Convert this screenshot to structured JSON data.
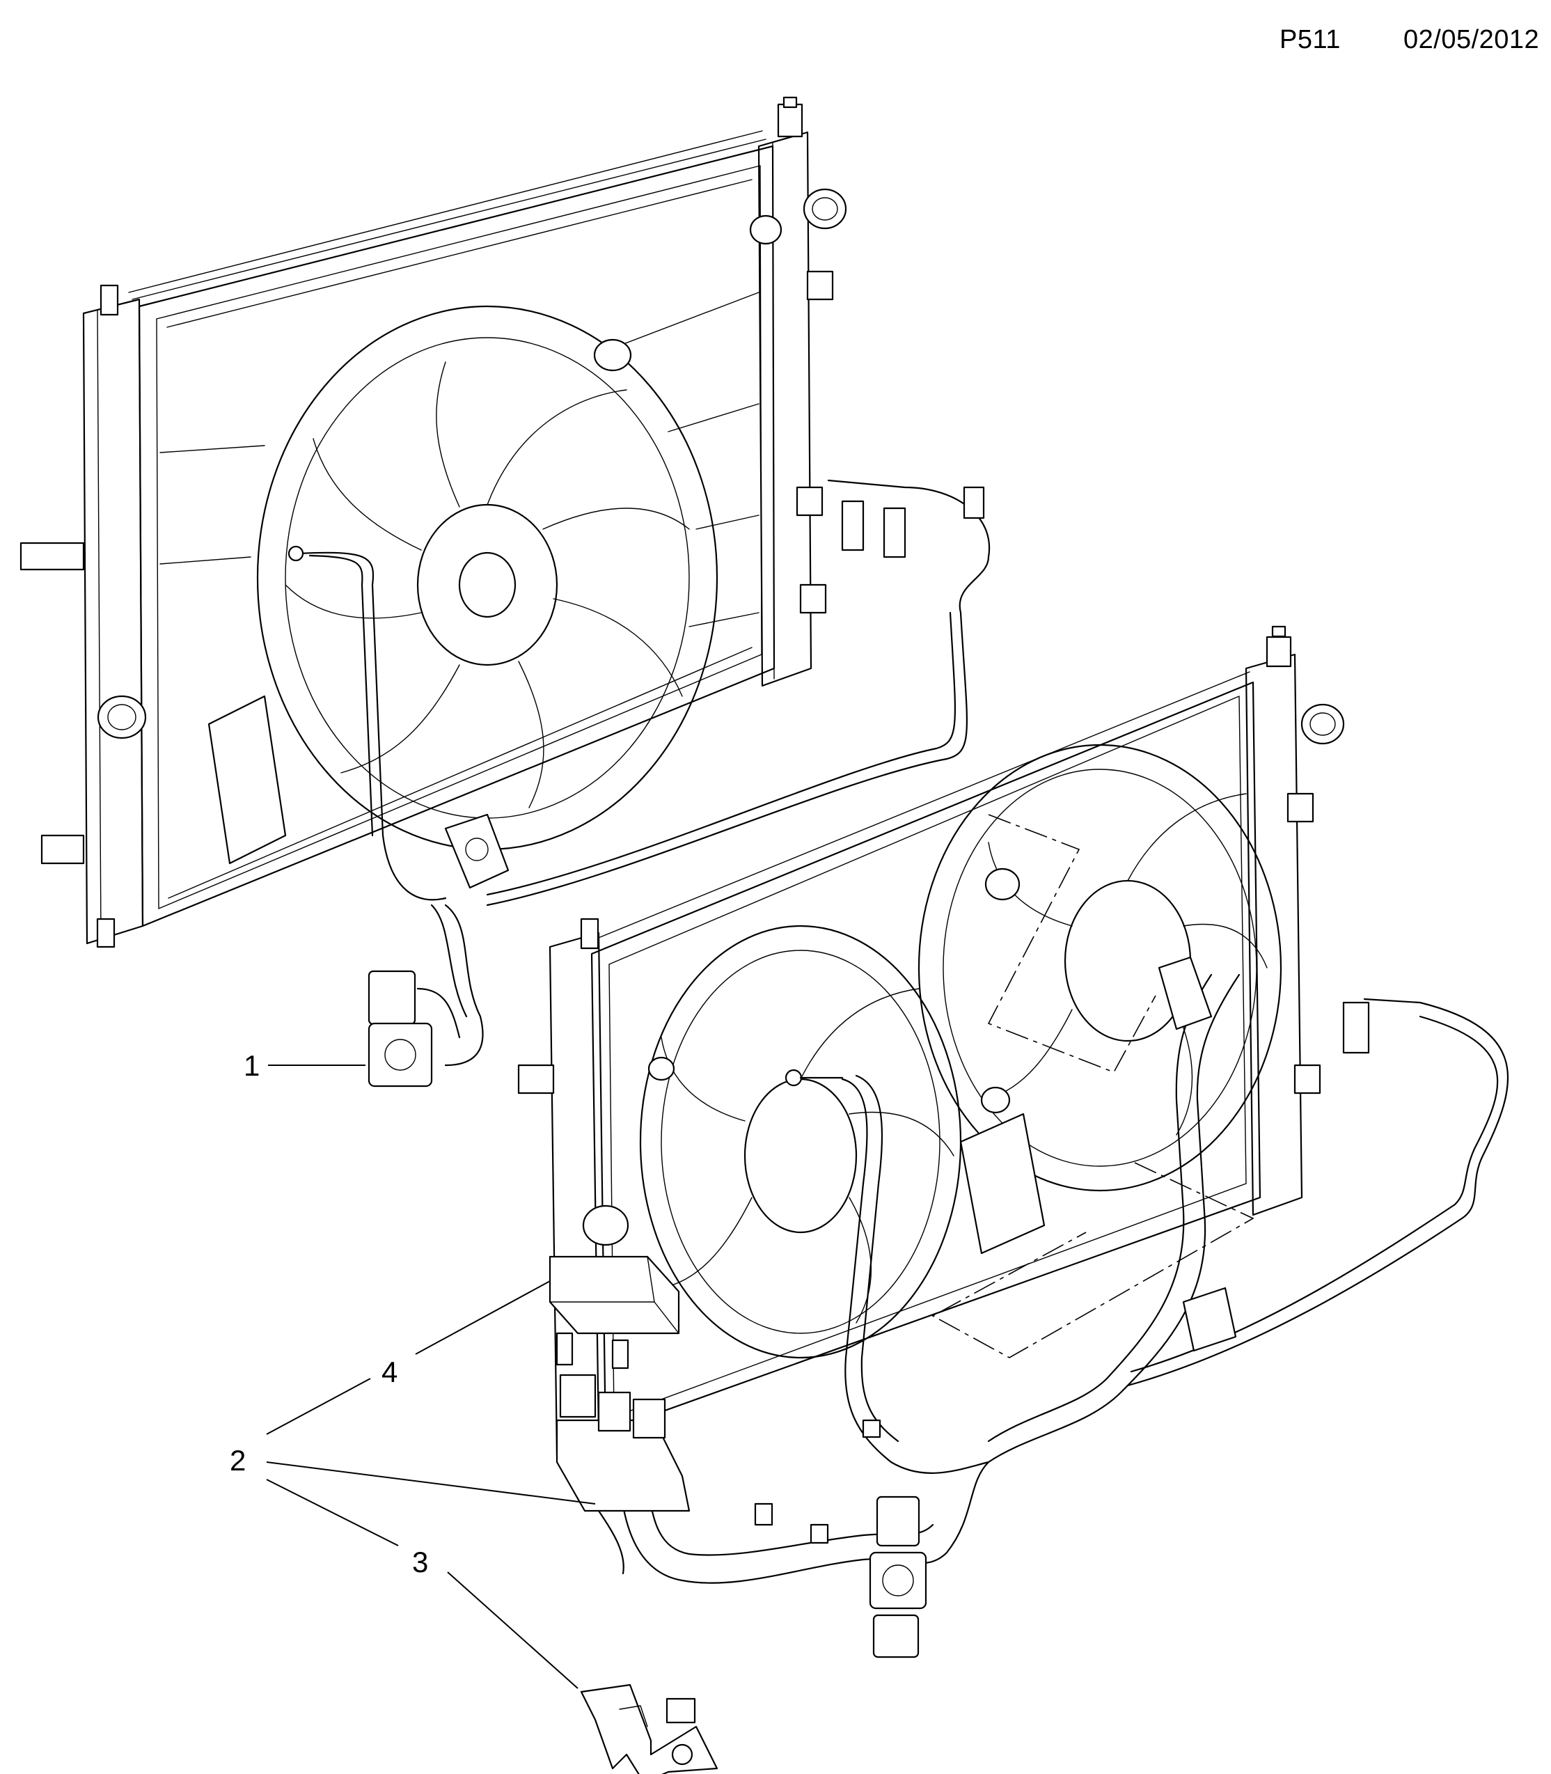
{
  "header": {
    "code": "P511",
    "date": "02/05/2012"
  },
  "callouts": [
    {
      "id": "1",
      "label": "1"
    },
    {
      "id": "2",
      "label": "2"
    },
    {
      "id": "3",
      "label": "3"
    },
    {
      "id": "4",
      "label": "4"
    }
  ],
  "icons": {
    "upper_assembly": "radiator-single-fan-icon",
    "lower_assembly": "radiator-dual-fan-icon",
    "part_1": "connector-harness-icon",
    "part_2": "fan-wiring-harness-icon",
    "part_3": "bracket-icon",
    "part_4": "relay-box-cover-icon"
  }
}
